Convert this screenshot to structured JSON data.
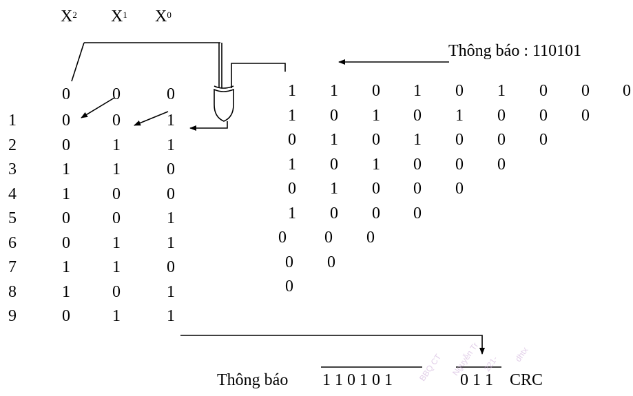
{
  "headers": [
    {
      "base": "X",
      "exp": "2"
    },
    {
      "base": "X",
      "exp": "1"
    },
    {
      "base": "X",
      "exp": "0"
    }
  ],
  "message_label": "Thông báo : 110101",
  "register": {
    "row_numbers": [
      "1",
      "2",
      "3",
      "4",
      "5",
      "6",
      "7",
      "8",
      "9"
    ],
    "initial": [
      "0",
      "0",
      "0"
    ],
    "rows": [
      [
        "0",
        "0",
        "1"
      ],
      [
        "0",
        "1",
        "1"
      ],
      [
        "1",
        "1",
        "0"
      ],
      [
        "1",
        "0",
        "0"
      ],
      [
        "0",
        "0",
        "1"
      ],
      [
        "0",
        "1",
        "1"
      ],
      [
        "1",
        "1",
        "0"
      ],
      [
        "1",
        "0",
        "1"
      ],
      [
        "0",
        "1",
        "1"
      ]
    ]
  },
  "input_stream": [
    [
      "1",
      "1",
      "0",
      "1",
      "0",
      "1",
      "0",
      "0",
      "0"
    ],
    [
      "1",
      "0",
      "1",
      "0",
      "1",
      "0",
      "0",
      "0"
    ],
    [
      "0",
      "1",
      "0",
      "1",
      "0",
      "0",
      "0"
    ],
    [
      "1",
      "0",
      "1",
      "0",
      "0",
      "0"
    ],
    [
      "0",
      "1",
      "0",
      "0",
      "0"
    ],
    [
      "1",
      "0",
      "0",
      "0"
    ],
    [
      "0",
      "0",
      "0"
    ],
    [
      "0",
      "0"
    ],
    [
      "0"
    ]
  ],
  "result": {
    "label": "Thông báo",
    "message_bits": "1 1 0 1 0 1",
    "crc_bits": "0 1 1",
    "crc_label": "CRC"
  },
  "watermark": [
    "BBQ CT",
    "Nguyễn Tr",
    "221-",
    "dhtx"
  ]
}
